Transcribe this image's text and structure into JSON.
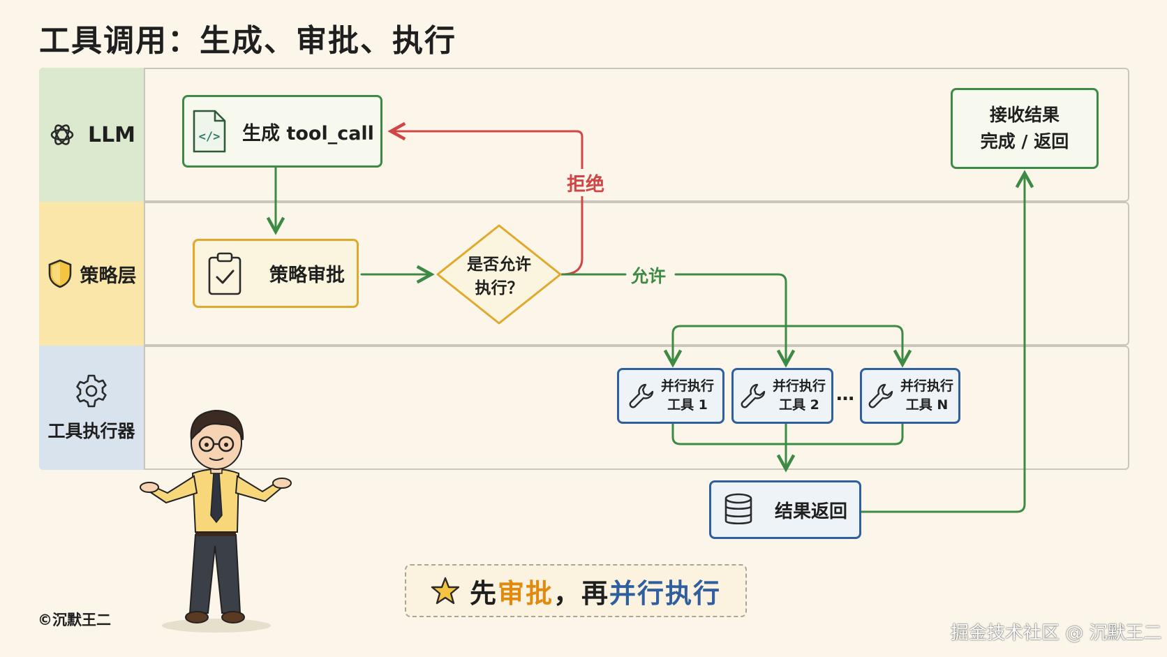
{
  "title": "工具调用：生成、审批、执行",
  "lanes": {
    "llm": "LLM",
    "policy": "策略层",
    "executor": "工具执行器"
  },
  "nodes": {
    "generate": "生成 tool_call",
    "approve": "策略审批",
    "decision_line1": "是否允许",
    "decision_line2": "执行？",
    "reject": "拒绝",
    "allow": "允许",
    "tools": [
      {
        "line1": "并行执行",
        "line2": "工具 1"
      },
      {
        "line1": "并行执行",
        "line2": "工具 2"
      },
      {
        "line1": "并行执行",
        "line2": "工具 N"
      }
    ],
    "ellipsis": "…",
    "result": "结果返回",
    "receive_line1": "接收结果",
    "receive_line2": "完成 / 返回"
  },
  "banner": {
    "part1": "先",
    "part2": "审批",
    "part3": "，再",
    "part4": "并行执行"
  },
  "footer": {
    "copyright": "©沉默王二",
    "watermark": "掘金技术社区 @ 沉默王二"
  },
  "colors": {
    "llm_lane": "#dbe9cf",
    "policy_lane": "#fae6a8",
    "executor_lane": "#d9e3ee",
    "green": "#3d8a44",
    "red": "#d04545",
    "yellow": "#e0a92c",
    "blue": "#2f5f9f",
    "orange": "#e08a10"
  },
  "icons": {
    "llm": "openai-knot-icon",
    "policy": "shield-icon",
    "executor": "gear-icon",
    "generate": "code-file-icon",
    "approve": "clipboard-check-icon",
    "tool": "wrench-icon",
    "result": "database-icon",
    "banner": "star-icon"
  }
}
